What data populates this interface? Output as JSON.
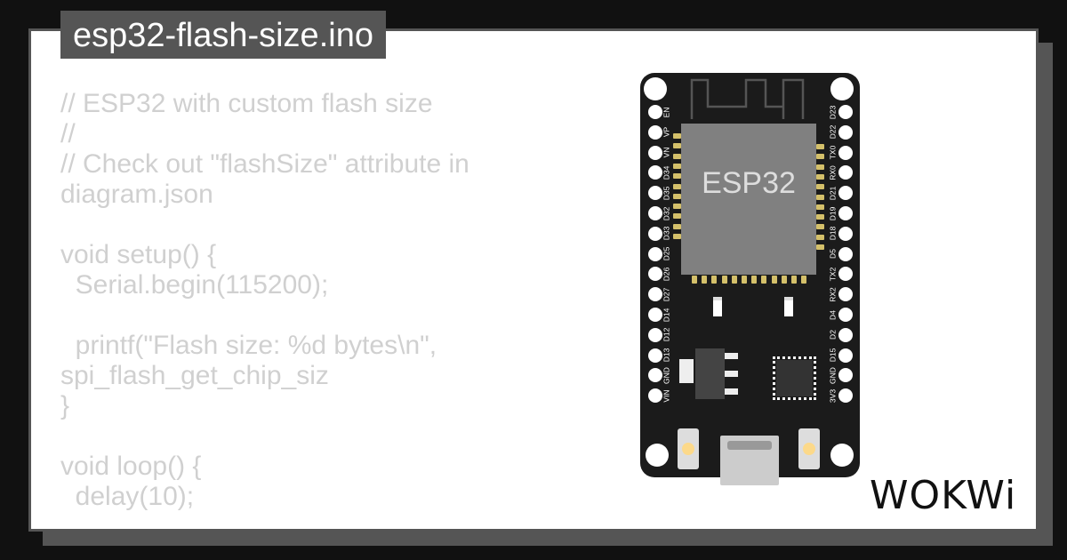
{
  "file_tab": {
    "title": "esp32-flash-size.ino"
  },
  "code_lines": [
    "// ESP32 with custom flash size",
    "//",
    "// Check out \"flashSize\" attribute in diagram.json",
    "",
    "void setup() {",
    "  Serial.begin(115200);",
    "",
    "  printf(\"Flash size: %d bytes\\n\", spi_flash_get_chip_siz",
    "}",
    "",
    "void loop() {",
    "  delay(10);"
  ],
  "board": {
    "chip_label": "ESP32",
    "left_pins": [
      "EN",
      "VP",
      "VN",
      "D34",
      "D35",
      "D32",
      "D33",
      "D25",
      "D26",
      "D27",
      "D14",
      "D12",
      "D13",
      "GND",
      "VIN"
    ],
    "right_pins": [
      "D23",
      "D22",
      "TX0",
      "RX0",
      "D21",
      "D19",
      "D18",
      "D5",
      "TX2",
      "RX2",
      "D4",
      "D2",
      "D15",
      "GND",
      "3V3"
    ]
  },
  "logo": {
    "text": "WOKWi"
  },
  "colors": {
    "background": "#111111",
    "frame": "#555555",
    "card": "#ffffff",
    "code_text": "#d0d0d0",
    "board": "#1b1b1b",
    "chip": "#808080",
    "pad": "#d4c06a"
  }
}
